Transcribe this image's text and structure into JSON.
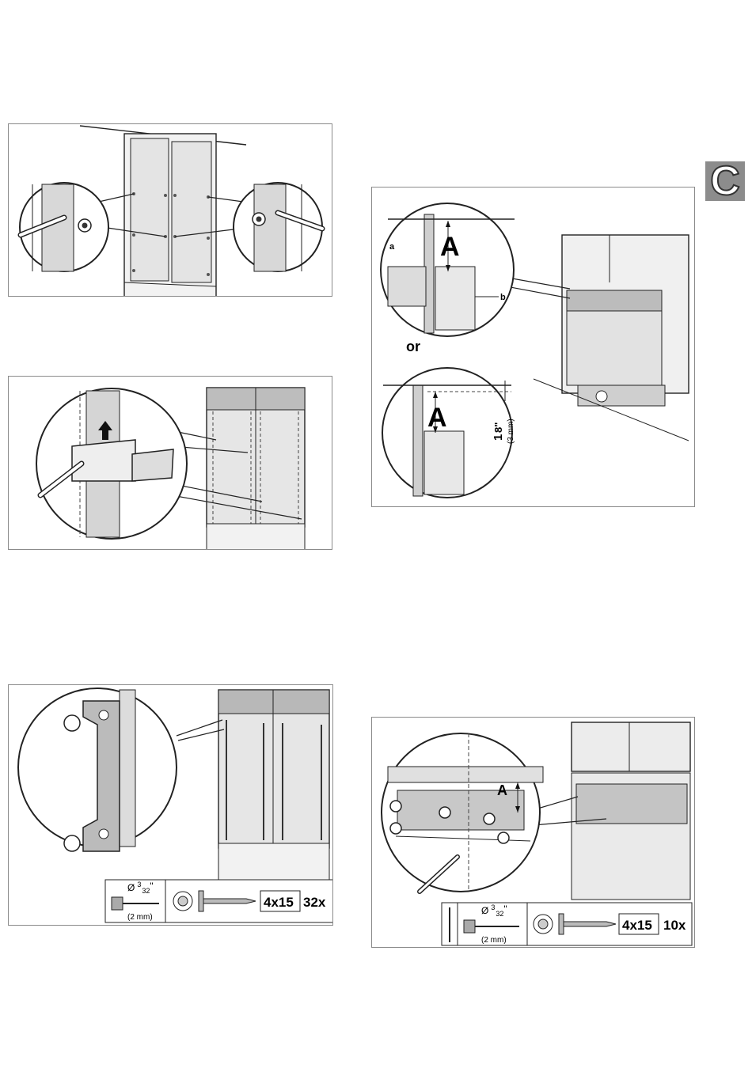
{
  "section_tab": {
    "letter": "C"
  },
  "fig4": {
    "label_a": "a",
    "label_b": "b",
    "dim_a_top": "A",
    "or_text": "or",
    "dim_a_bottom": "A",
    "gap_fraction_whole": "1",
    "gap_fraction_num": "1",
    "gap_fraction_den": "8",
    "gap_unit": "\"",
    "gap_metric": "(3 mm)"
  },
  "fig5": {
    "drill_diameter_symbol": "Ø",
    "drill_frac_num": "3",
    "drill_frac_den": "32",
    "drill_inch": "\"",
    "drill_metric": "(2 mm)",
    "screw_size": "4x15",
    "screw_count": "32x"
  },
  "fig6": {
    "dim_a": "A",
    "drill_diameter_symbol": "Ø",
    "drill_frac_num": "3",
    "drill_frac_den": "32",
    "drill_inch": "\"",
    "drill_metric": "(2 mm)",
    "screw_size": "4x15",
    "screw_count": "10x"
  }
}
